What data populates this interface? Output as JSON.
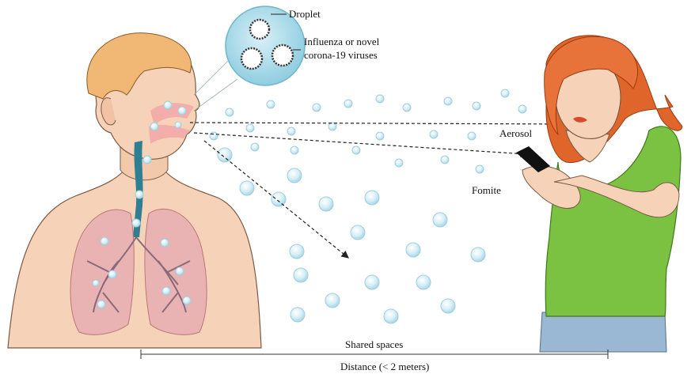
{
  "labels": {
    "droplet": "Droplet",
    "virus_line1": "Influenza or novel",
    "virus_line2": "corona-19 viruses",
    "aerosol": "Aerosol",
    "fomite": "Fomite",
    "shared_spaces": "Shared spaces",
    "distance": "Distance (< 2 meters)"
  },
  "colors": {
    "skin_male": "#f6d3b8",
    "hair_male": "#f1b774",
    "lung": "#e9b3b3",
    "airway": "#2f7f93",
    "droplet_fill": "#cfe9f2",
    "shirt": "#7cc242",
    "hair_female": "#e0652a",
    "jeans": "#9ab7d3",
    "phone": "#111111"
  },
  "icons": {
    "magnifier": "virus-magnifier-icon",
    "phone": "phone-icon"
  }
}
